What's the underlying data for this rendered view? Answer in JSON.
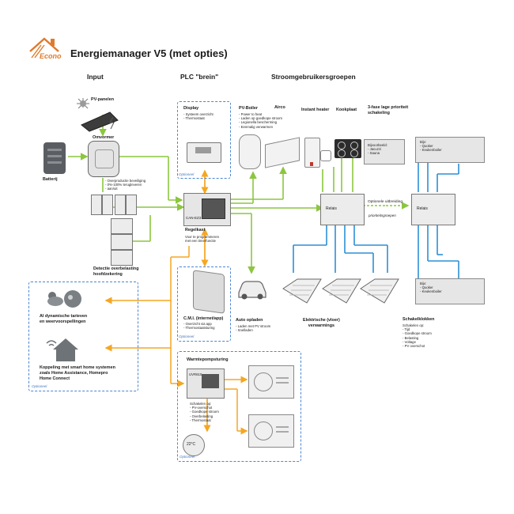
{
  "header": {
    "logo_text": "Econo",
    "title": "Energiemanager V5 (met opties)"
  },
  "columns": {
    "input": "Input",
    "plc": "PLC \"brein\"",
    "consumers": "Stroomgebruikersgroepen"
  },
  "input": {
    "pv_panels": "PV-panelen",
    "inverter": "Omvormer",
    "battery": "Batterij",
    "inverter_notes": "- Overproductie beveiliging\n- 0%-100% terugleveren\n- aan/uit",
    "overload": "Detectie overbelasting\nhoofdzekering",
    "ai": "AI dynamische tarieven\nen weervoorspellingen",
    "smarthome": "Koppeling met smart home systemen\nzoals Home Assistance, Homepro\nHome Connect",
    "optional": "Optioneel"
  },
  "plc": {
    "display_title": "Display",
    "display_notes": "- Systeem overzicht\n- Thermostaat",
    "display_optional": "Optioneel",
    "control_label": "Regelkast",
    "control_notes": "Voor te programmeren\nmet een timerfunctie",
    "device_label": "CAN-EZ3",
    "cmi_title": "C.M.I. (internet/app)",
    "cmi_notes": "- Overzicht via app\n- Thermostaatsturing",
    "cmi_optional": "Optioneel",
    "hp_title": "Warmtepompsturing",
    "hp_device": "UVR610",
    "hp_notes": "Schakelen op:\n- PV-overschot\n- Goedkope stroom\n- Overbelasting\n- Thermostaat",
    "thermostat_reading": "22°C",
    "hp_optional": "Optioneel"
  },
  "consumers": {
    "pv_boiler_title": "PV-Boiler",
    "pv_boiler_notes": "- Power to heat\n- Laden op goedkope stroom\n- Legionella bescherming\n- Eenmalig verwarmen",
    "airco": "Airco",
    "instant_heater": "Instant heater",
    "cooktop": "Kookplaat",
    "three_phase": "3-fase lage prioriteit\nschakeling",
    "example_box": "Bijvoorbeeld:\n- Jacuzzi\n- Sauna",
    "relay1": "Relais",
    "relay2": "Relais",
    "extension": "Optionele uitbreiding",
    "priority_groups": "prioriteitsgroepen",
    "box_top_right": "Bijv:\n- Quoker\n- Keukenboiler",
    "box_bottom_right": "Bijv:\n- Quoker\n- Keukenboiler",
    "ev_title": "Auto opladen",
    "ev_notes": "- Laden met PV stroom\n- Snelladen",
    "floor_heating": "Elektrische (vloer)\nverwarmings",
    "switch_clocks_title": "Schakelklokken",
    "switch_clocks_notes": "Schakelen op:\n- Tijd\n- Goedkope stroom\n- Belasting\n- Voltage\n- PV overschot"
  },
  "colors": {
    "green": "#8cc63f",
    "orange": "#f5a623",
    "blue": "#2b8fd6",
    "dashed": "#4a86d4",
    "logo": "#e07a2d"
  }
}
